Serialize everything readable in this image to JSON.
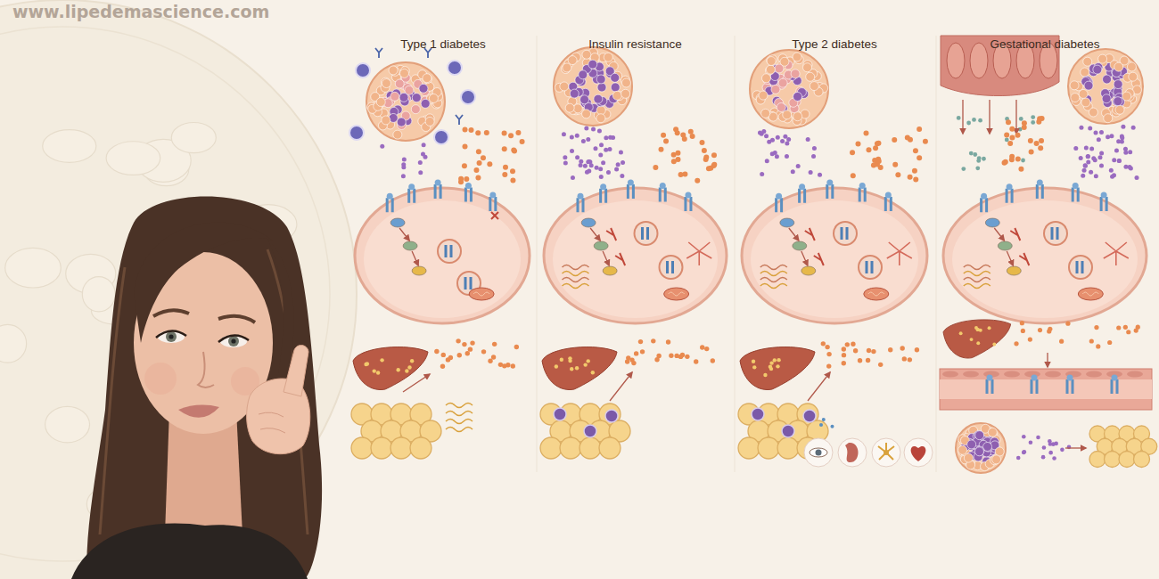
{
  "diagram": {
    "nodes": [
      {
        "text": [
          "Type 1 diabetes"
        ]
      },
      {
        "text": [
          "Insulin resistance"
        ]
      },
      {
        "text": [
          "Type 2 diabetes"
        ]
      },
      {
        "text": [
          "Gestational diabetes"
        ]
      }
    ],
    "labels": [
      "www.lipedemascience.com"
    ]
  }
}
